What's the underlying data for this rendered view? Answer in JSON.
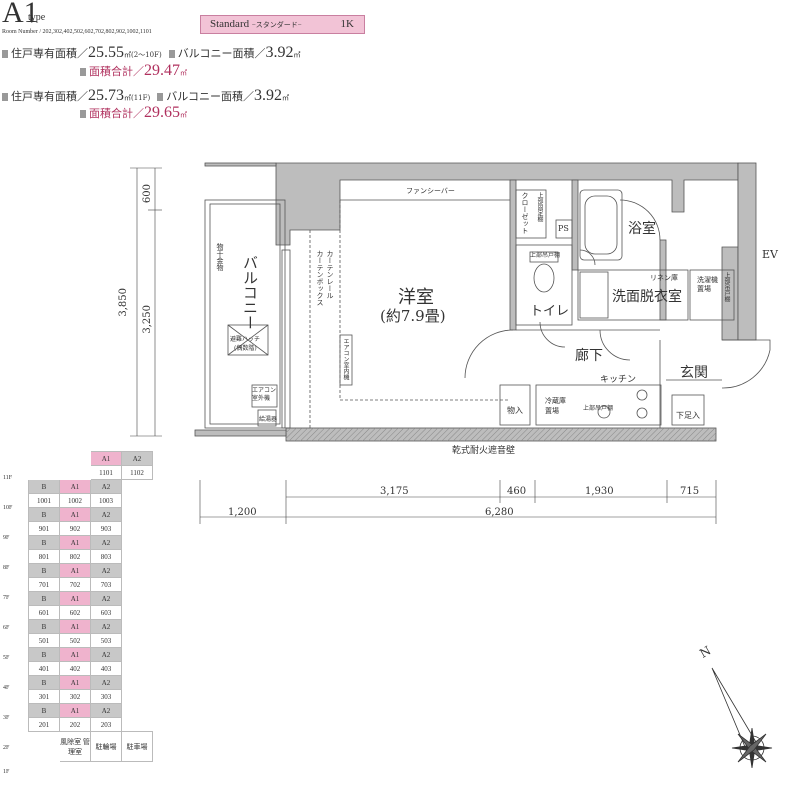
{
  "header": {
    "type_letter": "A1",
    "type_suffix": "type",
    "room_number_label": "Room Number / 202,302,402,502,602,702,802,902,1002,1101",
    "standard_label": "Standard",
    "standard_kana": "−スタンダード−",
    "layout": "1K"
  },
  "areas": [
    {
      "living_label": "住戸専有面積／",
      "living_value": "25.55",
      "living_unit": "㎡(2〜10F)",
      "balcony_label": "バルコニー面積／",
      "balcony_value": "3.92",
      "balcony_unit": "㎡",
      "total_label": "面積合計／",
      "total_value": "29.47",
      "total_unit": "㎡"
    },
    {
      "living_label": "住戸専有面積／",
      "living_value": "25.73",
      "living_unit": "㎡(11F)",
      "balcony_label": "バルコニー面積／",
      "balcony_value": "3.92",
      "balcony_unit": "㎡",
      "total_label": "面積合計／",
      "total_value": "29.65",
      "total_unit": "㎡"
    }
  ],
  "plan": {
    "fancy_bar": "ファンシーバー",
    "closet": "クローゼット",
    "upper_shelf": "上部固定棚",
    "ps": "PS",
    "bath": "浴室",
    "ev": "EV",
    "upper_cabinet": "上部吊戸棚",
    "linen": "リネン庫",
    "washer": "洗濯機置場",
    "upper_cabinet2": "上部吊戸棚",
    "washroom": "洗面脱衣室",
    "toilet": "トイレ",
    "balcony": "バルコニー",
    "drying_rack": "物干金物",
    "curtain_box": "カーテンボックス",
    "curtain_rail": "カーテンレール",
    "western_room": "洋室",
    "western_room_size": "(約7.9畳)",
    "aircon_indoor": "エアコン室内機",
    "evac_hatch": "避難ハッチ",
    "evac_note": "(偶数階)",
    "aircon_outdoor": "エアコン室外機",
    "water_heater": "給湯器",
    "hallway": "廊下",
    "kitchen": "キッチン",
    "entrance": "玄関",
    "storage": "物入",
    "fridge": "冷蔵庫置場",
    "upper_cabinet3": "上部吊戸棚",
    "shoe_box": "下足入",
    "wall_note": "乾式耐火遮音壁"
  },
  "dimensions": {
    "d600": "600",
    "d3250": "3,250",
    "d3850": "3,850",
    "d3175": "3,175",
    "d460": "460",
    "d1930": "1,930",
    "d715": "715",
    "d1200": "1,200",
    "d6280": "6,280"
  },
  "compass": {
    "north": "N"
  },
  "floor_table": {
    "rows": [
      {
        "floor": "11F",
        "cells": [
          "",
          "",
          "1101",
          "1102"
        ],
        "types": [
          "",
          "",
          "A1",
          "A2"
        ]
      },
      {
        "floor": "10F",
        "cells": [
          "1001",
          "1002",
          "1003"
        ],
        "types": [
          "B",
          "A1",
          "A2"
        ]
      },
      {
        "floor": "9F",
        "cells": [
          "901",
          "902",
          "903"
        ],
        "types": [
          "B",
          "A1",
          "A2"
        ]
      },
      {
        "floor": "8F",
        "cells": [
          "801",
          "802",
          "803"
        ],
        "types": [
          "B",
          "A1",
          "A2"
        ]
      },
      {
        "floor": "7F",
        "cells": [
          "701",
          "702",
          "703"
        ],
        "types": [
          "B",
          "A1",
          "A2"
        ]
      },
      {
        "floor": "6F",
        "cells": [
          "601",
          "602",
          "603"
        ],
        "types": [
          "B",
          "A1",
          "A2"
        ]
      },
      {
        "floor": "5F",
        "cells": [
          "501",
          "502",
          "503"
        ],
        "types": [
          "B",
          "A1",
          "A2"
        ]
      },
      {
        "floor": "4F",
        "cells": [
          "401",
          "402",
          "403"
        ],
        "types": [
          "B",
          "A1",
          "A2"
        ]
      },
      {
        "floor": "3F",
        "cells": [
          "301",
          "302",
          "303"
        ],
        "types": [
          "B",
          "A1",
          "A2"
        ]
      },
      {
        "floor": "2F",
        "cells": [
          "201",
          "202",
          "203"
        ],
        "types": [
          "B",
          "A1",
          "A2"
        ]
      }
    ],
    "ground": {
      "floor": "1F",
      "cells": [
        "風除室 管理室",
        "駐輪場",
        "駐車場"
      ]
    }
  },
  "colors": {
    "accent_pink": "#efb3cd",
    "grey_cell": "#c8c8c8",
    "wall": "#bdbdbd"
  }
}
